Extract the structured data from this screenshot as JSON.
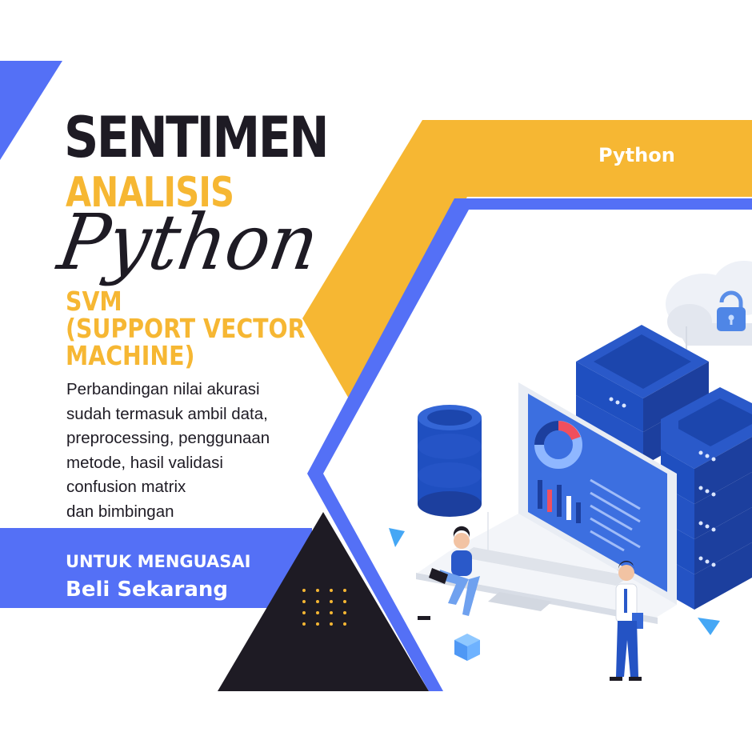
{
  "heading": {
    "line1": "SENTIMEN",
    "line2": "ANALISIS",
    "script_word": "Python",
    "subtitle_lines": [
      "SVM",
      "(SUPPORT VECTOR",
      "MACHINE)"
    ]
  },
  "description_lines": [
    "Perbandingan nilai akurasi",
    "sudah termasuk ambil data,",
    "preprocessing, penggunaan",
    "metode, hasil validasi",
    "confusion matrix",
    "dan bimbingan"
  ],
  "cta": {
    "line1": "UNTUK MENGUASAI",
    "line2": "Beli Sekarang"
  },
  "tag": "Python",
  "icons": [
    "lock-icon",
    "cloud-icon",
    "database-icon",
    "server-icon",
    "laptop-icon",
    "donut-chart-icon",
    "bar-chart-icon",
    "person-icon",
    "cube-icon",
    "dots-pattern-icon"
  ],
  "colors": {
    "blue": "#5470f6",
    "yellow": "#f6b733",
    "dark": "#1e1b24",
    "white": "#ffffff"
  }
}
